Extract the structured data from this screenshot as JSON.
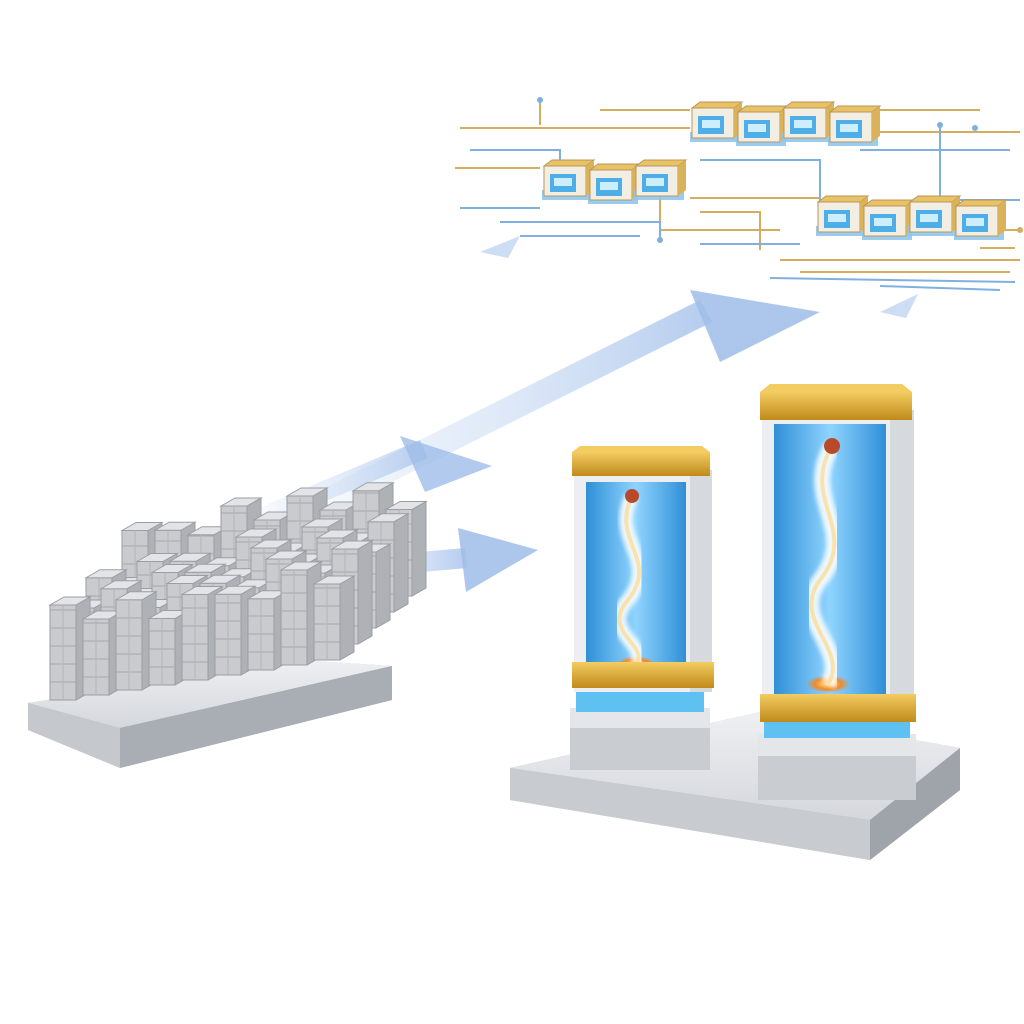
{
  "diagram": {
    "stages": [
      {
        "id": "raw-block-array",
        "kind": "block-array"
      },
      {
        "id": "energy-pillars",
        "kind": "pillar-pair"
      },
      {
        "id": "circuit-network",
        "kind": "module-network"
      }
    ],
    "flows": [
      {
        "from": "raw-block-array",
        "to": "energy-pillars"
      },
      {
        "from": "raw-block-array",
        "to": "circuit-network"
      }
    ],
    "block_array": {
      "rows": 5,
      "cols": 9
    },
    "pillars": {
      "count": 2
    },
    "network_groups": [
      {
        "modules": 4
      },
      {
        "modules": 3
      },
      {
        "modules": 4
      }
    ],
    "colors": {
      "arrow": "#a8c4ec",
      "gold": "#d9a22a",
      "gold_light": "#f3cc62",
      "energy": "#3aa6e8",
      "energy_glow": "#8fd4ff",
      "fire": "#f08a2c",
      "base_gray": "#d4d7dc",
      "block_gray": "#c9cbcf",
      "circuit_gold": "#d4ad5e",
      "circuit_blue": "#7fb0e0"
    }
  }
}
